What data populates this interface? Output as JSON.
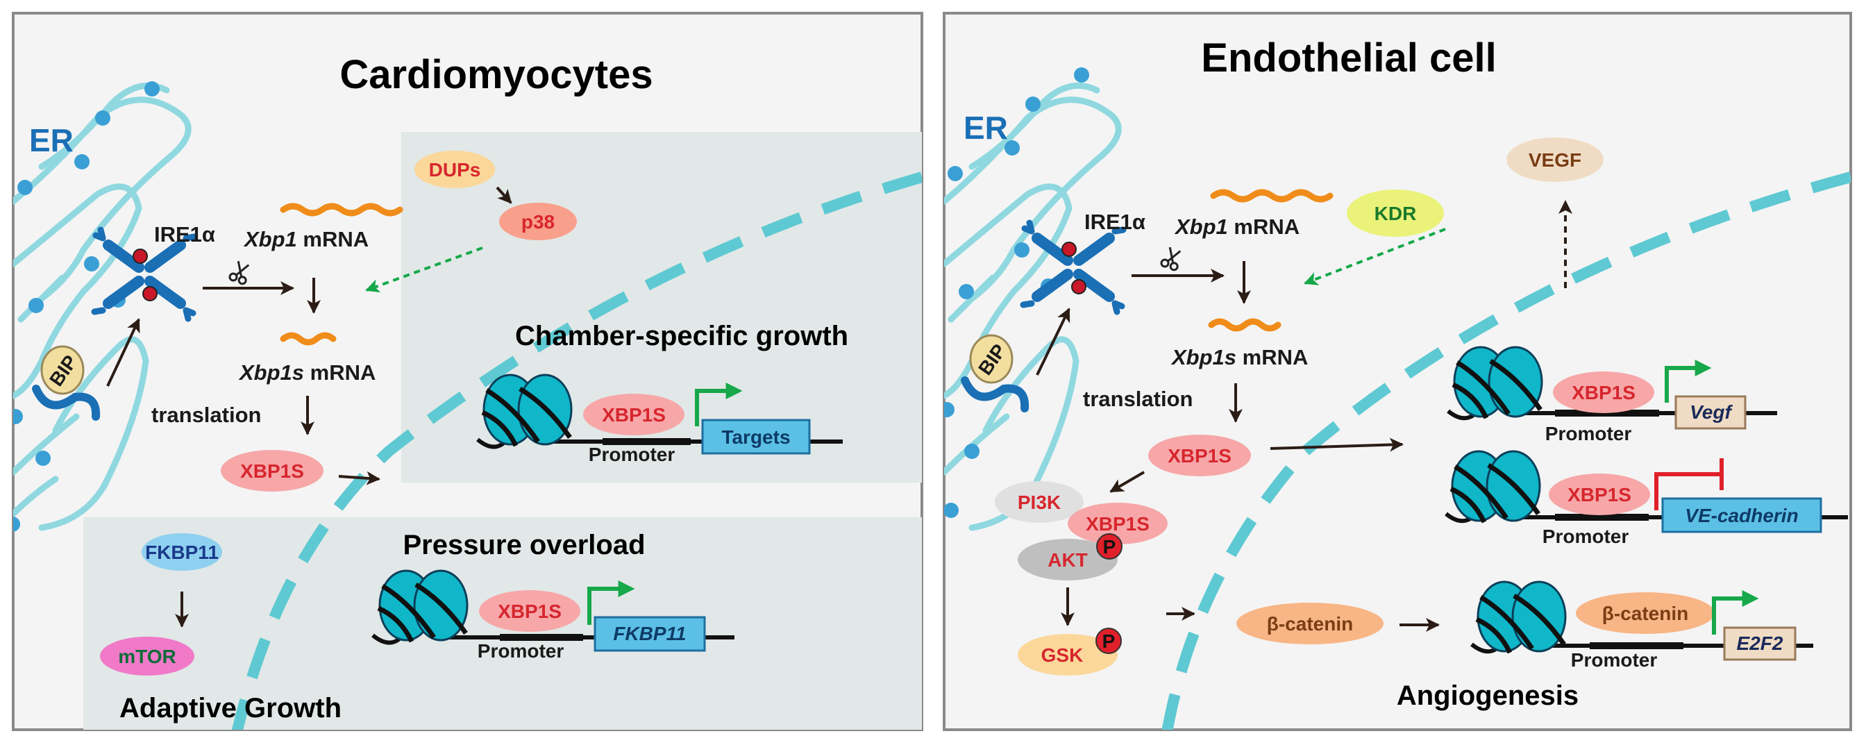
{
  "colors": {
    "er": "#7fd3dc",
    "er_text": "#1a6fb5",
    "ire1": "#1a6fb5",
    "histone": "#0fb7c9",
    "bg_panel": "#f4f4f4",
    "shade": "#e3e9e8",
    "arrow": "#2b1d16",
    "green": "#16a84a",
    "red": "#e0202a",
    "nucleus_dash": "#5ec9d2"
  },
  "left": {
    "title": "Cardiomyocytes",
    "er_label": "ER",
    "ire1_label": "IRE1α",
    "bip_label": "BIP",
    "xbp1_mrna_gene": "Xbp1",
    "xbp1_mrna_suffix": " mRNA",
    "xbp1s_mrna_gene": "Xbp1s",
    "xbp1s_mrna_suffix": " mRNA",
    "translation_label": "translation",
    "xbp1s_label": "XBP1S",
    "dups_label": "DUPs",
    "p38_label": "p38",
    "chamber_title": "Chamber-specific growth",
    "chamber_xbp1s": "XBP1S",
    "chamber_promoter": "Promoter",
    "chamber_target": "Targets",
    "pressure_title": "Pressure overload",
    "pressure_xbp1s": "XBP1S",
    "pressure_promoter": "Promoter",
    "pressure_target": "FKBP11",
    "fkbp11_label": "FKBP11",
    "mtor_label": "mTOR",
    "adaptive_title": "Adaptive Growth"
  },
  "right": {
    "title": "Endothelial cell",
    "er_label": "ER",
    "ire1_label": "IRE1α",
    "bip_label": "BIP",
    "xbp1_mrna_gene": "Xbp1",
    "xbp1_mrna_suffix": " mRNA",
    "xbp1s_mrna_gene": "Xbp1s",
    "xbp1s_mrna_suffix": " mRNA",
    "translation_label": "translation",
    "kdr_label": "KDR",
    "vegf_label": "VEGF",
    "xbp1s_label": "XBP1S",
    "pi3k_label": "PI3K",
    "xbp1s_complex_label": "XBP1S",
    "akt_label": "AKT",
    "phospho_label": "P",
    "gsk_label": "GSK",
    "bcat_label": "β-catenin",
    "vegf_gene_xbp1s": "XBP1S",
    "vegf_gene_promoter": "Promoter",
    "vegf_gene_target": "Vegf",
    "vecad_gene_xbp1s": "XBP1S",
    "vecad_gene_promoter": "Promoter",
    "vecad_gene_target": "VE-cadherin",
    "e2f2_gene_bcat": "β-catenin",
    "e2f2_gene_promoter": "Promoter",
    "e2f2_gene_target": "E2F2",
    "angio_title": "Angiogenesis"
  }
}
